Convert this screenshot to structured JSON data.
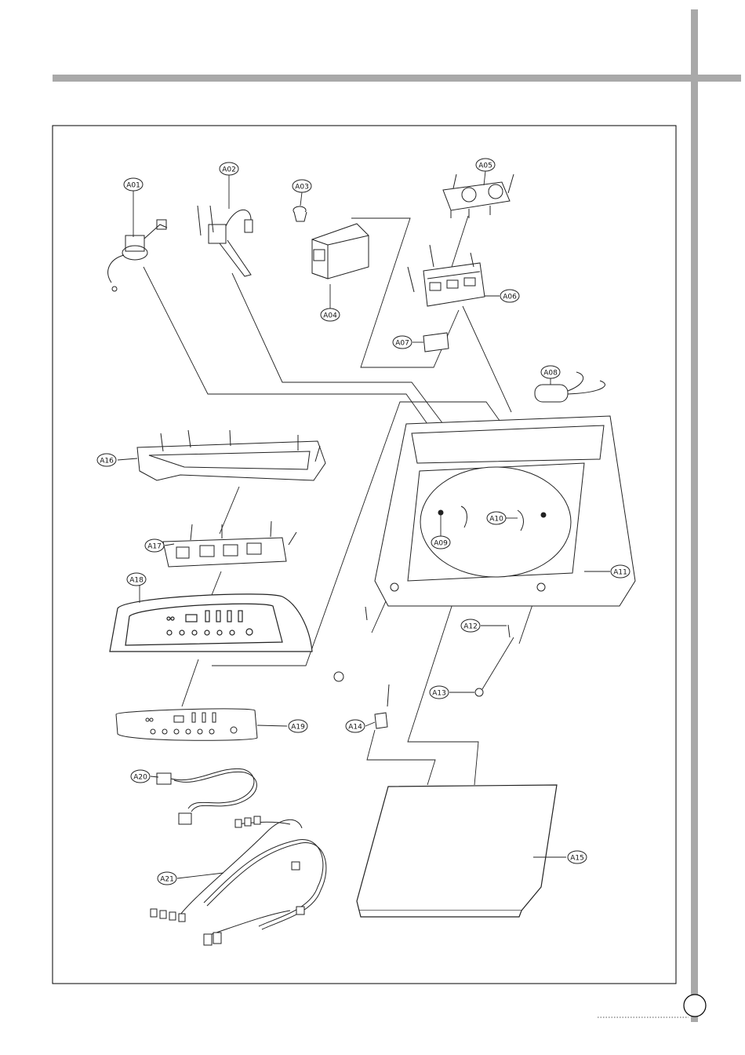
{
  "labels": {
    "A01": "A01",
    "A02": "A02",
    "A03": "A03",
    "A04": "A04",
    "A05": "A05",
    "A06": "A06",
    "A07": "A07",
    "A08": "A08",
    "A09": "A09",
    "A10": "A10",
    "A11": "A11",
    "A12": "A12",
    "A13": "A13",
    "A14": "A14",
    "A15": "A15",
    "A16": "A16",
    "A17": "A17",
    "A18": "A18",
    "A19": "A19",
    "A20": "A20",
    "A21": "A21"
  },
  "colors": {
    "rule": "#a9a9a9",
    "line": "#222222",
    "frame": "#000000"
  }
}
